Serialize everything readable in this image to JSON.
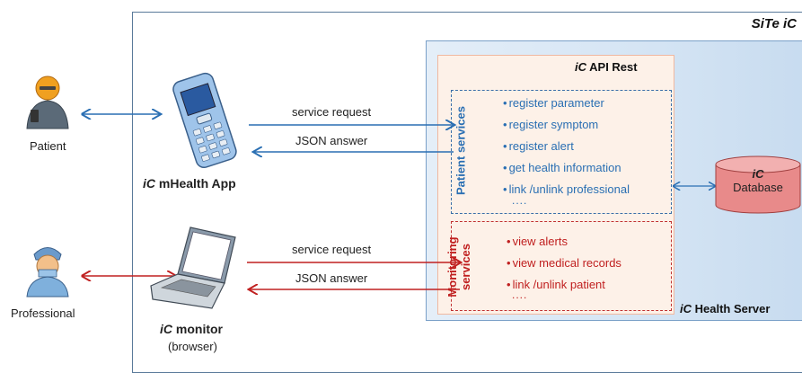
{
  "site": {
    "title": "SiTe iC"
  },
  "server": {
    "title_prefix": "iC",
    "title_rest": " Health Server"
  },
  "api": {
    "title_prefix": "iC",
    "title_rest": " API Rest"
  },
  "patient_services": {
    "label": "Patient services",
    "items": [
      "register parameter",
      "register symptom",
      "register alert",
      "get health information",
      "link /unlink professional"
    ],
    "more": "...."
  },
  "monitoring_services": {
    "label_line1": "Monitoring",
    "label_line2": "services",
    "items": [
      "view alerts",
      "view medical records",
      "link /unlink patient"
    ],
    "more": "...."
  },
  "database": {
    "line1": "iC",
    "line2": "Database"
  },
  "patient": {
    "label": "Patient"
  },
  "professional": {
    "label": "Professional"
  },
  "mhealth_app": {
    "label_prefix": "iC",
    "label_rest": " mHealth App"
  },
  "monitor_app": {
    "label_prefix": "iC",
    "label_rest": " monitor",
    "sub": "(browser)"
  },
  "top_flow": {
    "request": "service request",
    "answer": "JSON answer"
  },
  "bottom_flow": {
    "request": "service request",
    "answer": "JSON answer"
  },
  "colors": {
    "blue": "#2a6fb3",
    "red": "#c02020"
  }
}
